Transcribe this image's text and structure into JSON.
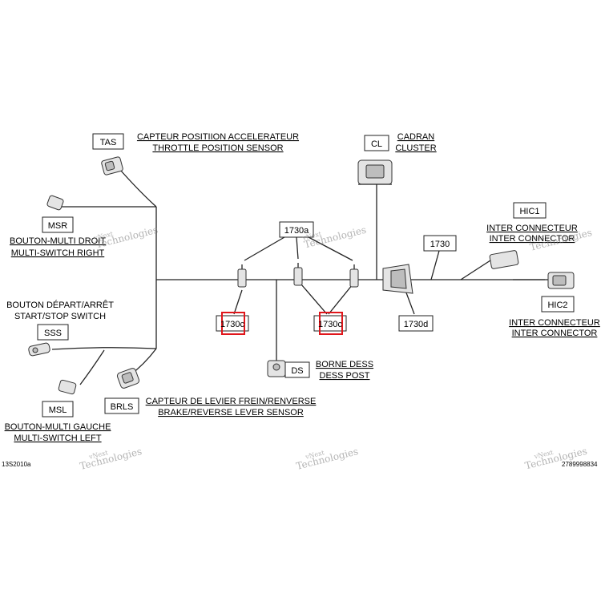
{
  "labels": {
    "tas": "TAS",
    "cl": "CL",
    "msr": "MSR",
    "sss": "SSS",
    "msl": "MSL",
    "brls": "BRLS",
    "ds": "DS",
    "hic1": "HIC1",
    "hic2": "HIC2",
    "w1730": "1730",
    "w1730a": "1730a",
    "w1730c_left": "1730c",
    "w1730c_right": "1730c",
    "w1730d": "1730d"
  },
  "descriptions": {
    "tas_fr": "CAPTEUR POSITIION ACCELERATEUR",
    "tas_en": "THROTTLE POSITION SENSOR",
    "cl_fr": "CADRAN",
    "cl_en": "CLUSTER",
    "msr_fr": "BOUTON-MULTI DROIT",
    "msr_en": "MULTI-SWITCH RIGHT",
    "sss_fr": "BOUTON DÉPART/ARRÊT",
    "sss_en": "START/STOP SWITCH",
    "msl_fr": "BOUTON-MULTI GAUCHE",
    "msl_en": "MULTI-SWITCH LEFT",
    "brls_fr": "CAPTEUR DE LEVIER FREIN/RENVERSE",
    "brls_en": "BRAKE/REVERSE LEVER SENSOR",
    "ds_fr": "BORNE DESS",
    "ds_en": "DESS POST",
    "hic1_fr": "INTER CONNECTEUR",
    "hic1_en": "INTER CONNECTOR",
    "hic2_fr": "INTER CONNECTEUR",
    "hic2_en": "INTER CONNECTOR"
  },
  "footer": {
    "left_ref": "13S2010a",
    "right_ref": "2789998834"
  },
  "watermark": {
    "line1": "vNext",
    "line2": "Technologies"
  },
  "colors": {
    "highlight": "#e0161b",
    "wire": "#222222"
  }
}
